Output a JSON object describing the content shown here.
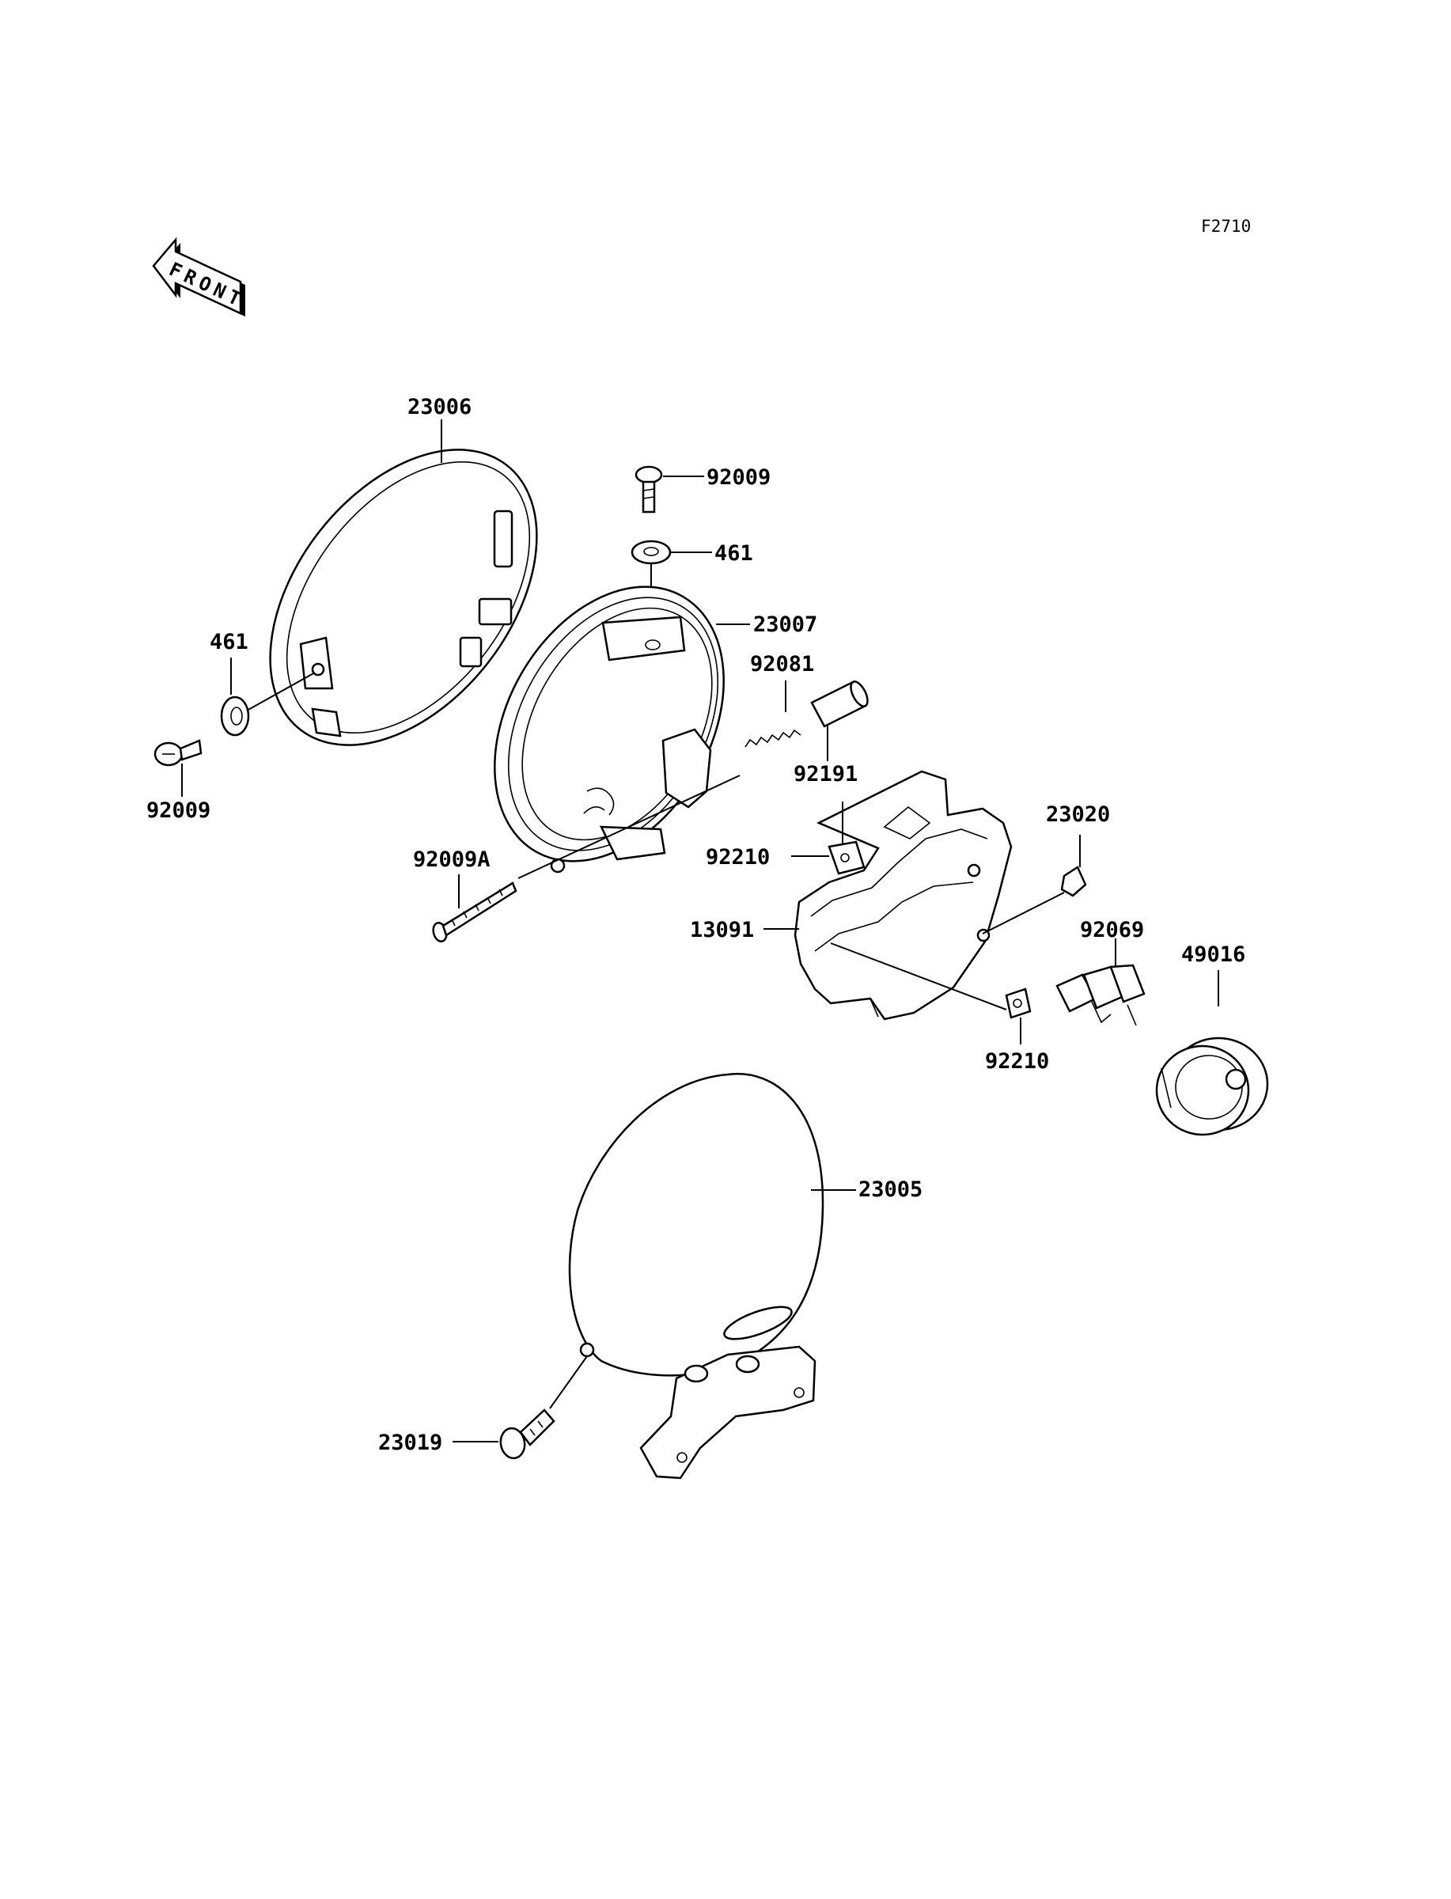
{
  "figure_code": "F2710",
  "front_label": "FRONT",
  "part_labels": {
    "rim": "23006",
    "rim_screw": "92009",
    "rim_washer": "461",
    "top_screw": "92009",
    "top_washer": "461",
    "unit": "23007",
    "spring": "92081",
    "tube": "92191",
    "adjust_screw": "92009A",
    "nut_upper": "92210",
    "bracket": "13091",
    "clip": "23020",
    "bulb": "92069",
    "cap": "49016",
    "nut_lower": "92210",
    "housing": "23005",
    "housing_bolt": "23019"
  }
}
